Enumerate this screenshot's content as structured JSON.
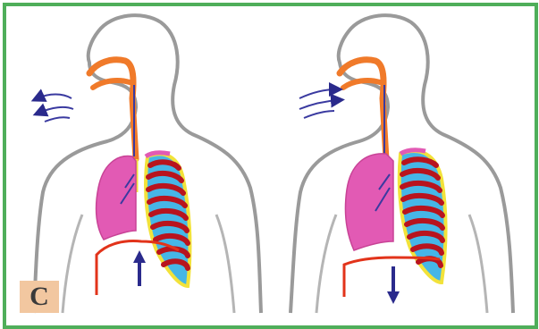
{
  "figure": {
    "panel_label": "C",
    "border_color": "#4fae5a",
    "label_bg": "#f2c7a0"
  },
  "panels": [
    {
      "id": "inhalation-left",
      "diaphragm_arrow": "up",
      "breath_arrows": "away-from-nose"
    },
    {
      "id": "inhalation-right",
      "diaphragm_arrow": "down",
      "breath_arrows": "toward-nose"
    }
  ],
  "colors": {
    "body_outline": "#9a9a9a",
    "airway": "#f07a2a",
    "lung": "#e25ab4",
    "rib_red": "#b8141e",
    "rib_blue": "#46b6e6",
    "rib_yellow": "#f2e23a",
    "diaphragm": "#e2331a",
    "arrow": "#2a2a8c"
  }
}
